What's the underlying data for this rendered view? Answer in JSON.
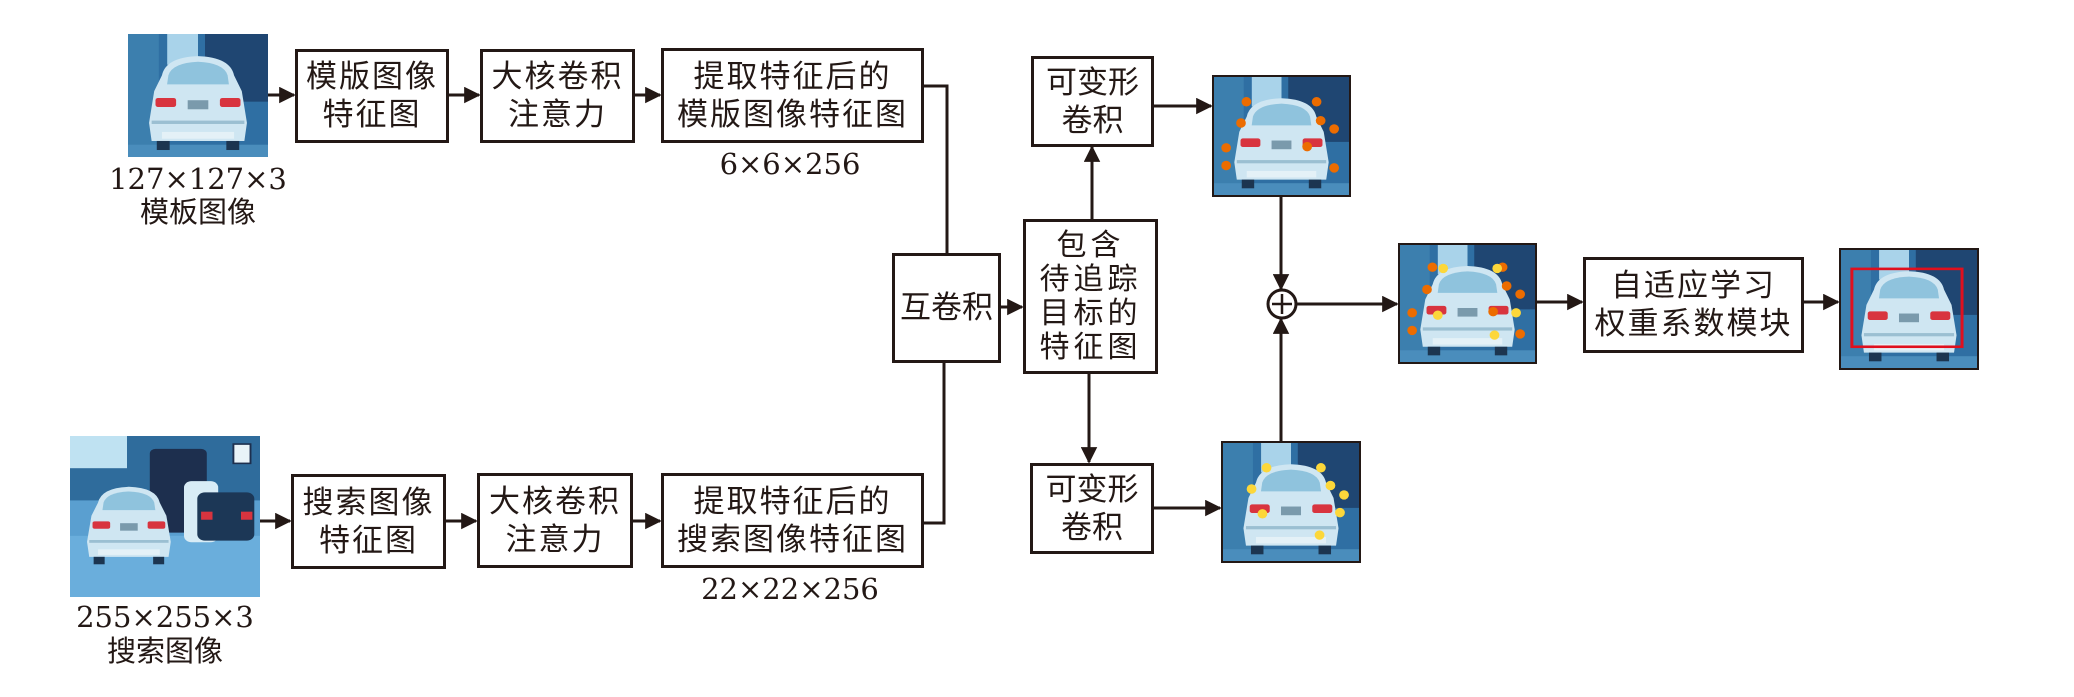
{
  "figure": {
    "template_branch": {
      "input_size": "127×127×3",
      "input_name": "模板图像",
      "feature_map_box": [
        "模版图像",
        "特征图"
      ],
      "attention_box": [
        "大核卷积",
        "注意力"
      ],
      "extracted_box": [
        "提取特征后的",
        "模版图像特征图"
      ],
      "extracted_size": "6×6×256"
    },
    "search_branch": {
      "input_size": "255×255×3",
      "input_name": "搜索图像",
      "feature_map_box": [
        "搜索图像",
        "特征图"
      ],
      "attention_box": [
        "大核卷积",
        "注意力"
      ],
      "extracted_box": [
        "提取特征后的",
        "搜索图像特征图"
      ],
      "extracted_size": "22×22×256"
    },
    "cross_correlation_box": "互卷积",
    "target_feature_box": [
      "包含",
      "待追踪",
      "目标的",
      "特征图"
    ],
    "deform_conv_top_box": [
      "可变形",
      "卷积"
    ],
    "deform_conv_bottom_box": [
      "可变形",
      "卷积"
    ],
    "fusion_symbol": "⊕",
    "adaptive_box": [
      "自适应学习",
      "权重系数模块"
    ]
  },
  "colors": {
    "line": "#231815",
    "sample_point_orange": "#ec6c00",
    "sample_point_yellow": "#fcd73a",
    "bbox_red": "#e0101e",
    "photo_bg": "#2f6fa3",
    "car_body": "#cfe6f2"
  },
  "images": {
    "template": "template-car-image",
    "search": "search-scene-image",
    "deform_top": "deform-top-sample-points",
    "deform_bottom": "deform-bottom-sample-points",
    "fused": "fused-sample-points",
    "result": "tracking-result-bbox"
  }
}
